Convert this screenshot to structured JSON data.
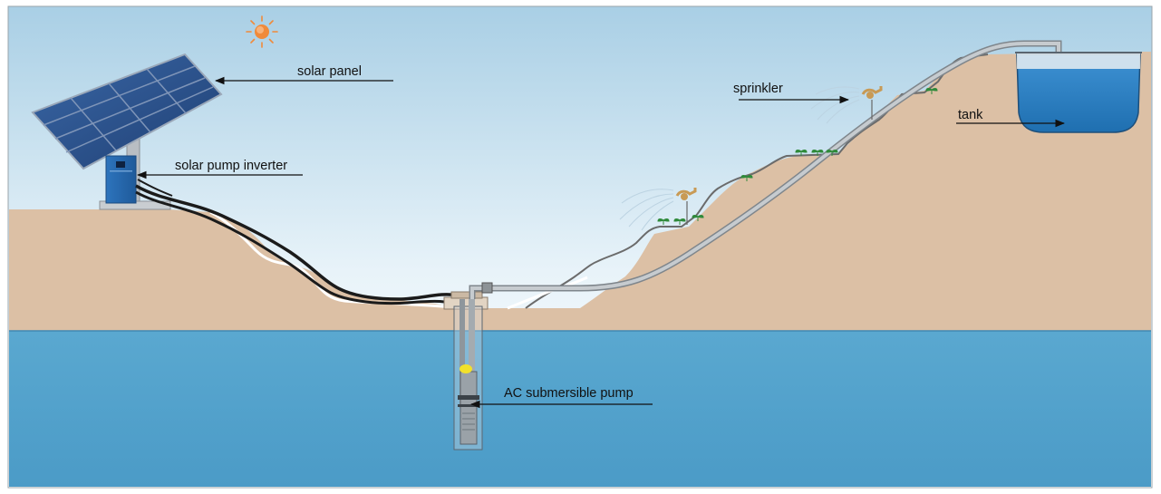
{
  "labels": {
    "solar_panel": "solar panel",
    "solar_pump_inverter": "solar pump inverter",
    "ac_submersible_pump": "AC submersible pump",
    "sprinkler": "sprinkler",
    "tank": "tank"
  },
  "colors": {
    "sky_top": "#a9cfe5",
    "sky_bottom": "#ffffff",
    "ground": "#dcc0a5",
    "ground_edge": "#6f6f6f",
    "water_top": "#5aa6ce",
    "water_bottom": "#4e9dc8",
    "tank_water": "#2f7fc2",
    "solar_panel": "#2b4f86",
    "inverter": "#2a67ad",
    "pipe": "#9da3a8",
    "cable": "#1b1b1b",
    "sun": "#f08a3a",
    "sprinkler": "#c89a55",
    "plant": "#2f8a3a"
  },
  "icons": {
    "sun": "sun-icon",
    "solar_panel": "solar-panel-icon",
    "inverter": "inverter-icon",
    "pump": "submersible-pump-icon",
    "sprinkler": "sprinkler-icon",
    "tank": "water-tank-icon",
    "plant": "seedling-icon"
  }
}
